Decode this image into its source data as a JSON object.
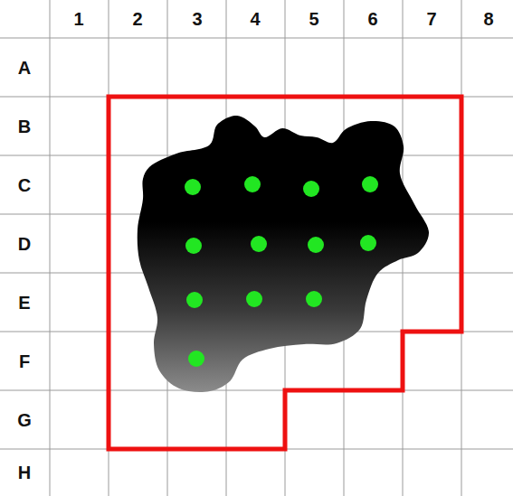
{
  "diagram": {
    "labels": [
      "1",
      "2",
      "3",
      "4",
      "5",
      "6",
      "7",
      "8",
      "A",
      "B",
      "C",
      "D",
      "E",
      "F",
      "G",
      "H"
    ]
  }
}
